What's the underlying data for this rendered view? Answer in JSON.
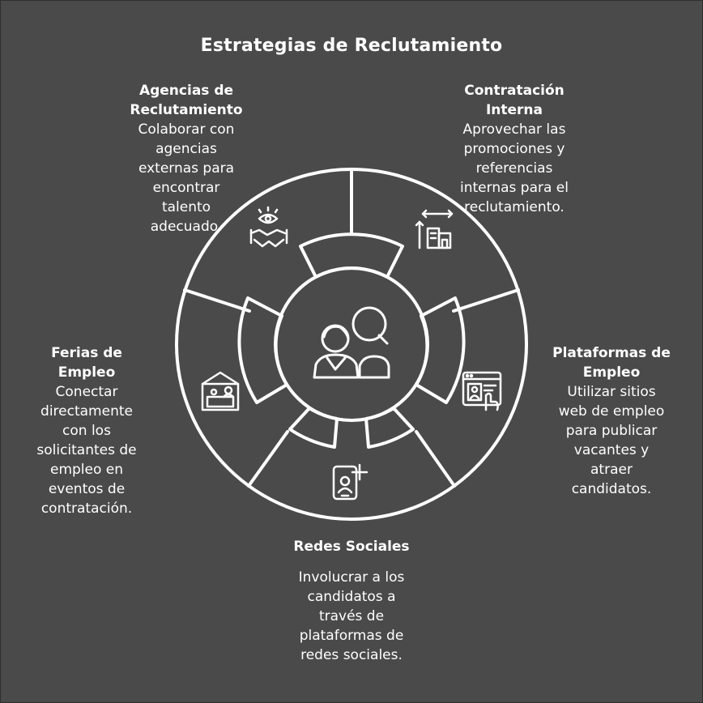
{
  "title": "Estrategias de Reclutamiento",
  "colors": {
    "background": "#4a4a4a",
    "stroke": "#ffffff"
  },
  "center": {
    "icon": "people-icon"
  },
  "strategies": [
    {
      "key": "agencias",
      "heading": "Agencias de\nReclutamiento",
      "description": "Colaborar con\nagencias\nexternas para\nencontrar\ntalento\nadecuado.",
      "icon": "handshake-eye-icon"
    },
    {
      "key": "interna",
      "heading": "Contratación\nInterna",
      "description": "Aprovechar las\npromociones y\nreferencias\ninternas para el\nreclutamiento.",
      "icon": "building-arrows-icon"
    },
    {
      "key": "plataformas",
      "heading": "Plataformas de\nEmpleo",
      "description": "Utilizar sitios\nweb de empleo\npara publicar\nvacantes y\natraer\ncandidatos.",
      "icon": "web-profile-icon"
    },
    {
      "key": "redes",
      "heading": "Redes Sociales",
      "description": "Involucrar a los\ncandidatos a\ntravés de\nplataformas de\nredes sociales.",
      "icon": "phone-add-user-icon"
    },
    {
      "key": "ferias",
      "heading": "Ferias de\nEmpleo",
      "description": "Conectar\ndirectamente\ncon los\nsolicitantes de\nempleo en\neventos de\ncontratación.",
      "icon": "booth-icon"
    }
  ]
}
